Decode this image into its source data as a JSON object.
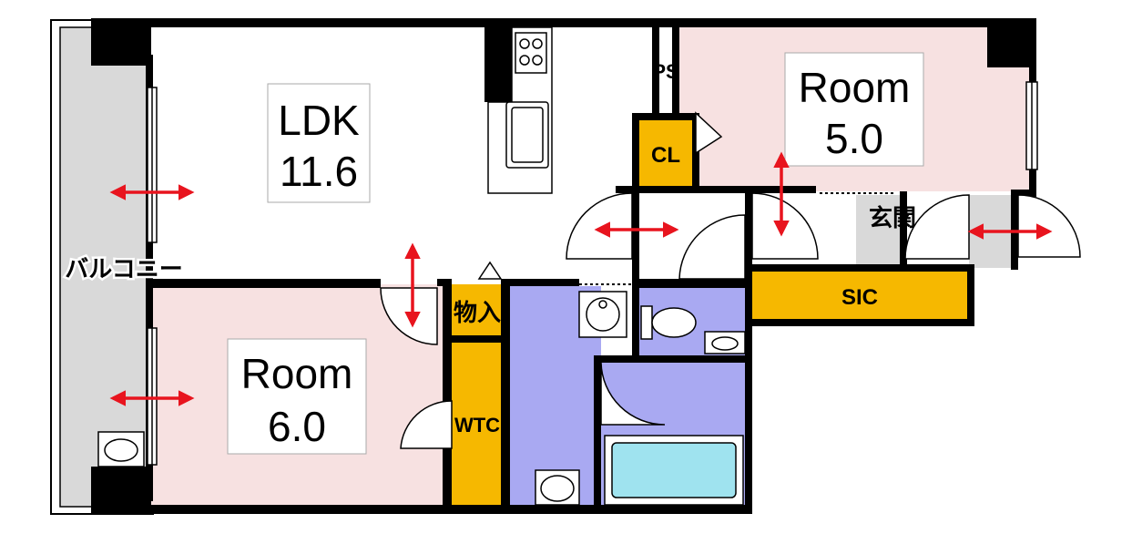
{
  "colors": {
    "wall": "#000000",
    "floor": "#ffffff",
    "bedroom": "#f7e1e1",
    "storage": "#f6b800",
    "wet": "#a9a9f2",
    "balcony": "#d9d9d9",
    "tub": "#9fe3ef",
    "arrow": "#e8141e"
  },
  "rooms": {
    "ldk": {
      "name": "LDK",
      "size": "11.6"
    },
    "room_ne": {
      "name": "Room",
      "size": "5.0"
    },
    "room_sw": {
      "name": "Room",
      "size": "6.0"
    }
  },
  "labels": {
    "ps": "PS",
    "cl": "CL",
    "genkan": "玄関",
    "sic": "SIC",
    "monoire": "物入",
    "wtc": "WTC",
    "balcony": "バルコニー"
  },
  "icons": {
    "arrows": "double-headed-arrow-icon",
    "doors": "door-swing-icon",
    "cooktop": "cooktop-icon",
    "toilet": "toilet-icon",
    "washer": "washing-machine-icon",
    "sink": "sink-icon",
    "bathtub": "bathtub-icon"
  }
}
